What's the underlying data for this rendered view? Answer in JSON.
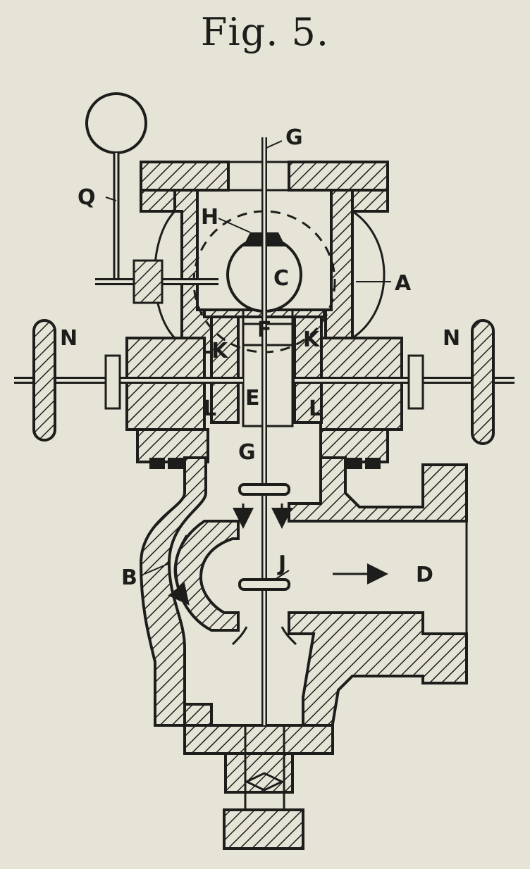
{
  "figure": {
    "caption": "Fig. 5.",
    "labels": {
      "A": "A",
      "B": "B",
      "C": "C",
      "D": "D",
      "E": "E",
      "F": "F",
      "G_top": "G",
      "G_mid": "G",
      "H": "H",
      "J": "J",
      "K_left": "K",
      "K_right": "K",
      "L_left": "L",
      "L_right": "L",
      "N_left": "N",
      "N_right": "N",
      "Q": "Q"
    },
    "colors": {
      "ink": "#1d1d1b",
      "paper": "#e6e4d6"
    }
  }
}
